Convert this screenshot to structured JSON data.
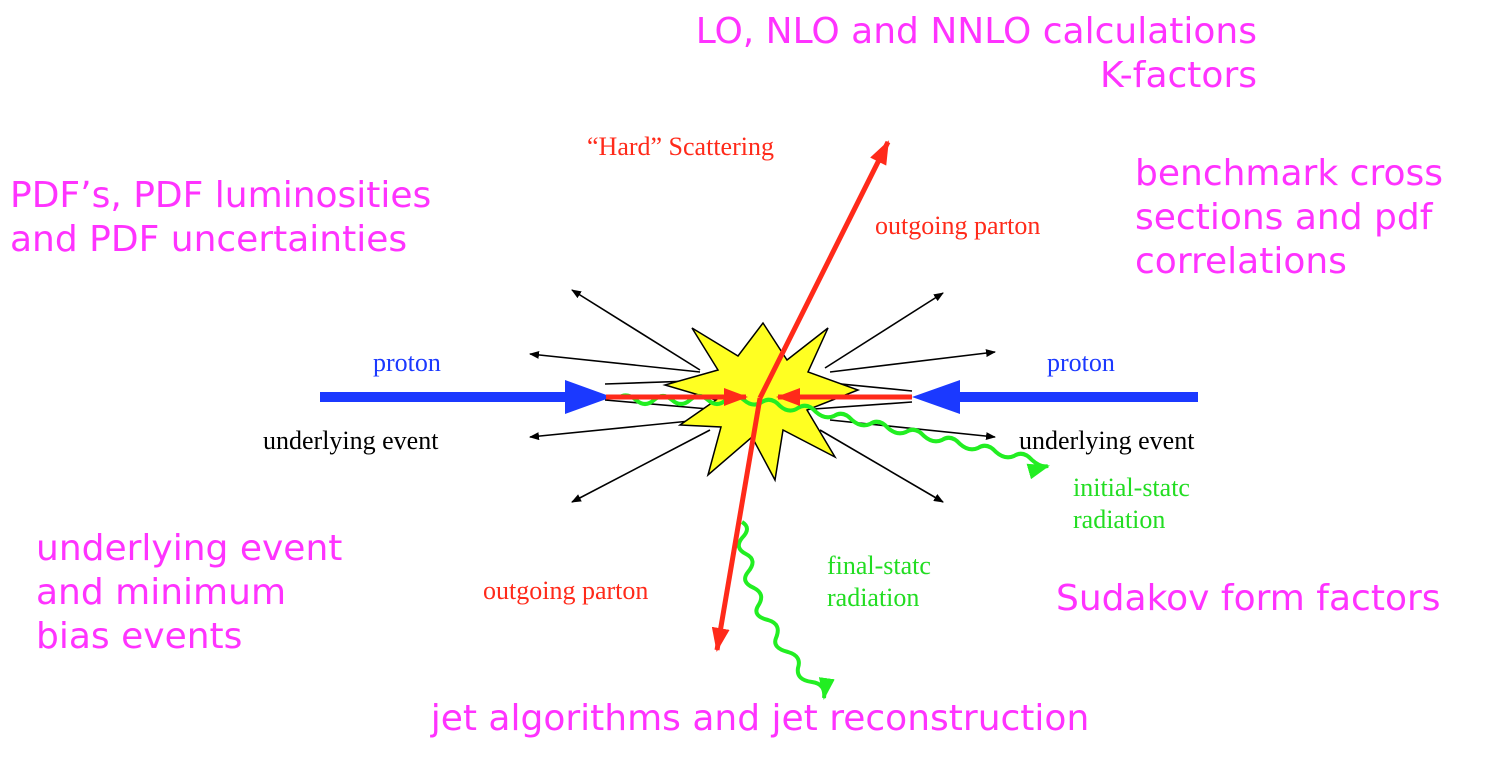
{
  "annotations": {
    "calculations": "LO, NLO and NNLO calculations\nK-factors",
    "pdfs": "PDF’s, PDF luminosities\nand PDF uncertainties",
    "benchmark": "benchmark cross\nsections and pdf\ncorrelations",
    "underlying_min_bias": "underlying event\nand minimum\nbias events",
    "sudakov": "Sudakov form factors",
    "jets": "jet algorithms and jet reconstruction"
  },
  "labels": {
    "hard_scattering": "“Hard” Scattering",
    "outgoing_parton_top": "outgoing parton",
    "outgoing_parton_bottom": "outgoing parton",
    "proton_left": "proton",
    "proton_right": "proton",
    "underlying_event_left": "underlying event",
    "underlying_event_right": "underlying event",
    "initial_state_radiation": "initial-statc\nradiation",
    "final_state_radiation": "final-statc\nradiation"
  },
  "colors": {
    "annotation": "#ff33ff",
    "proton_beam": "#1b39ff",
    "parton": "#ff2a1a",
    "radiation": "#22ee22",
    "collision_fill": "#ffff22",
    "track": "#000000"
  }
}
